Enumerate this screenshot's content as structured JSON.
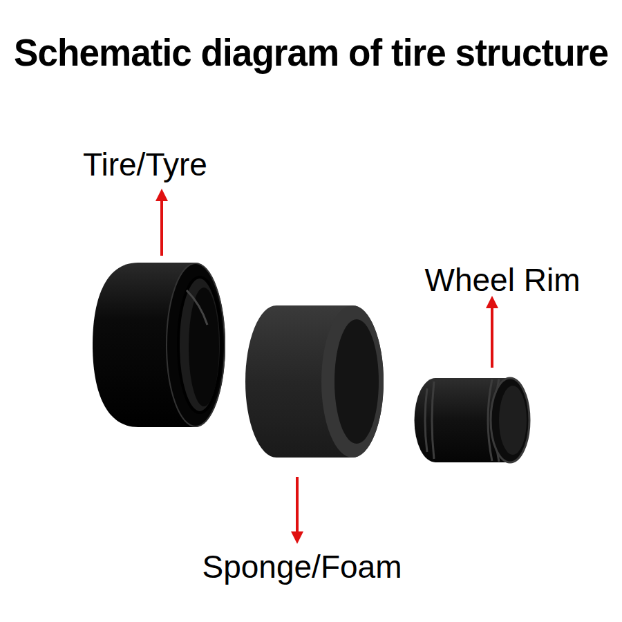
{
  "diagram": {
    "title": "Schematic diagram of tire structure",
    "labels": [
      "Tire/Tyre",
      "Wheel Rim",
      "Sponge/Foam"
    ]
  }
}
